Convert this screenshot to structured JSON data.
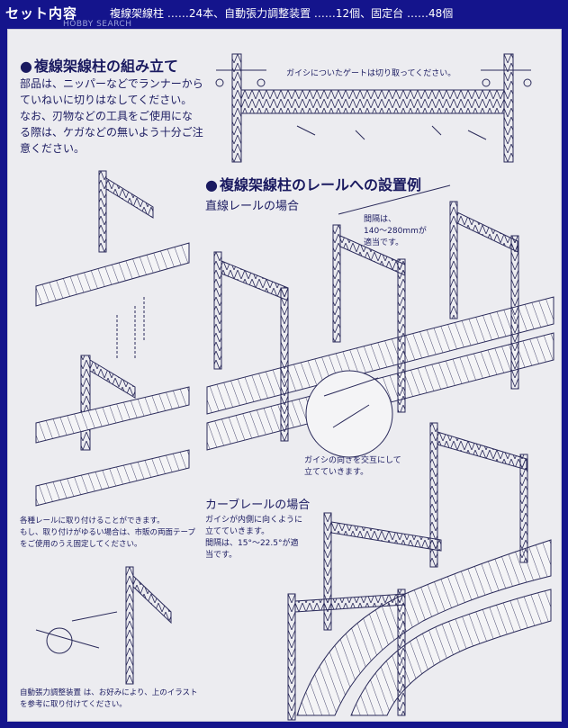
{
  "header": {
    "badge": "セット内容",
    "line": "複線架線柱 ……24本、自動張力調整装置 ……12個、固定台 ……48個"
  },
  "watermark": "HOBBY SEARCH",
  "assembly": {
    "title": "複線架線柱の組み立て",
    "body": [
      "部品は、ニッパーなどでランナーから",
      "ていねいに切りはなしてください。",
      "なお、刃物などの工具をご使用にな",
      "る際は、ケガなどの無いよう十分ご注",
      "意ください。"
    ],
    "gate_note": "ガイシについたゲートは切り取ってください。",
    "mount_note": [
      "各種レールに取り付けることができます。",
      "もし、取り付けがゆるい場合は、市販の両面テープ",
      "をご使用のうえ固定してください。"
    ],
    "tension_note": [
      "自動張力調整装置 は、お好みにより、上のイラスト",
      "を参考に取り付けてください。"
    ]
  },
  "install": {
    "title": "複線架線柱のレールへの設置例",
    "straight_title": "直線レールの場合",
    "spacing_note": [
      "間隔は、",
      "140～280mmが",
      "適当です。"
    ],
    "alternate_note": [
      "ガイシの向きを交互にして",
      "立てていきます。"
    ],
    "curve_title": "カーブレールの場合",
    "curve_note": [
      "ガイシが内側に向くように",
      "立てていきます。",
      "間隔は、15°～22.5°が適",
      "当です。"
    ]
  }
}
